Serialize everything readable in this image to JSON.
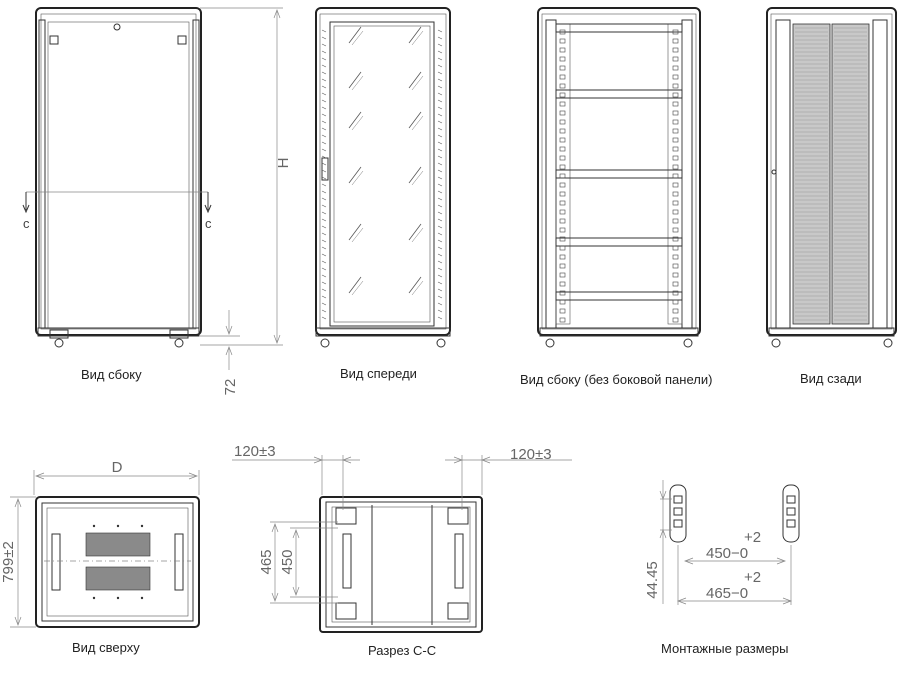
{
  "captions": {
    "side_view": "Вид сбоку",
    "front_view": "Вид спереди",
    "side_view_no_panel": "Вид сбоку (без боковой панели)",
    "rear_view": "Вид сзади",
    "top_view": "Вид сверху",
    "section_cc": "Разрез С-С",
    "mounting_dims": "Монтажные размеры"
  },
  "dimensions": {
    "height_label": "H",
    "foot_height": "72",
    "section_mark_left": "c",
    "section_mark_right": "c",
    "depth_label": "D",
    "width_top": "799±2",
    "offset_left": "120±3",
    "offset_right": "120±3",
    "rail_465": "465",
    "rail_450": "450",
    "unit_pitch": "44.45",
    "tol_plus_1": "+2",
    "mount_450": "450−0",
    "tol_plus_2": "+2",
    "mount_465": "465−0"
  }
}
